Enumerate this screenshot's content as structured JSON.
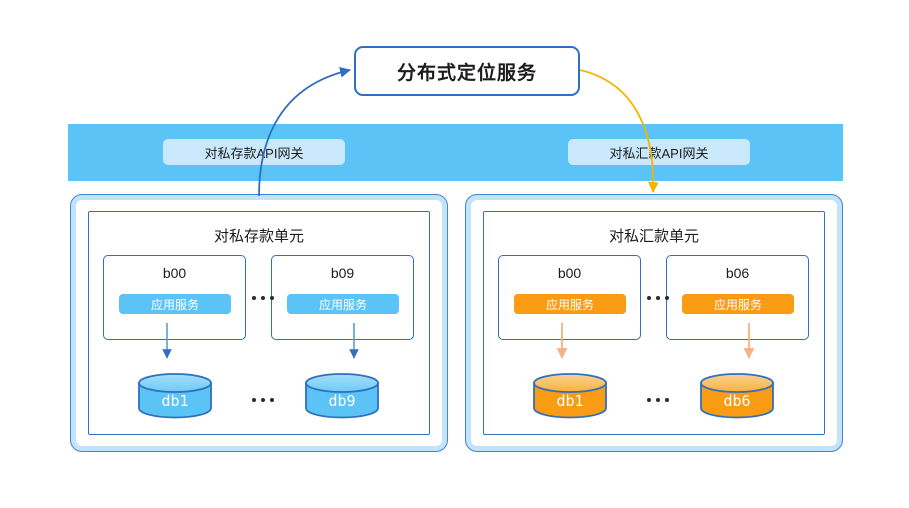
{
  "diagram": {
    "title_box": {
      "label": "分布式定位服务"
    },
    "gateway_band": {
      "gateways": [
        {
          "label": "对私存款API网关"
        },
        {
          "label": "对私汇款API网关"
        }
      ]
    },
    "units": [
      {
        "title": "对私存款单元",
        "accent": "#5cc3f7",
        "nodes": [
          {
            "name": "b00",
            "service_label": "应用服务"
          },
          {
            "name": "b09",
            "service_label": "应用服务"
          }
        ],
        "databases": [
          {
            "name": "db1"
          },
          {
            "name": "db9"
          }
        ],
        "ellipsis": "..."
      },
      {
        "title": "对私汇款单元",
        "accent": "#f99b13",
        "nodes": [
          {
            "name": "b00",
            "service_label": "应用服务"
          },
          {
            "name": "b06",
            "service_label": "应用服务"
          }
        ],
        "databases": [
          {
            "name": "db1"
          },
          {
            "name": "db6"
          }
        ],
        "ellipsis": "..."
      }
    ],
    "colors": {
      "band_blue": "#5cc3f7",
      "pill_blue": "#c9e8fb",
      "frame_blue": "#2f6fc0",
      "outer_frame": "#c3e3f8",
      "accent_blue": "#5cc3f7",
      "accent_orange": "#f99b13",
      "edge_blue": "#2f6fc0",
      "edge_yellow": "#f5b400",
      "edge_salmon": "#f8b183"
    }
  }
}
